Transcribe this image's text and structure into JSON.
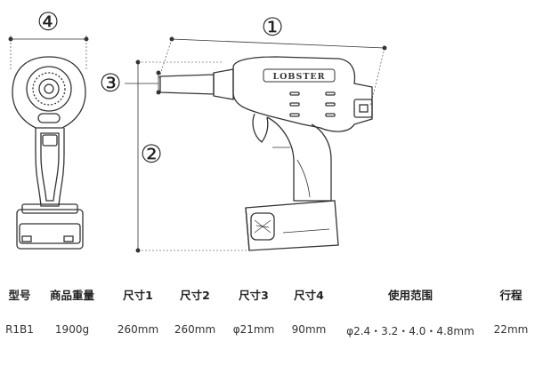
{
  "callouts": [
    "④",
    "①",
    "③",
    "②"
  ],
  "brand_text": "LOBSTER",
  "table": {
    "headers": [
      "型号",
      "商品重量",
      "尺寸1",
      "尺寸2",
      "尺寸3",
      "尺寸4",
      "使用范围",
      "行程"
    ],
    "values": [
      "R1B1",
      "1900g",
      "260mm",
      "260mm",
      "φ21mm",
      "90mm",
      "φ2.4・3.2・4.0・4.8mm",
      "22mm"
    ]
  }
}
